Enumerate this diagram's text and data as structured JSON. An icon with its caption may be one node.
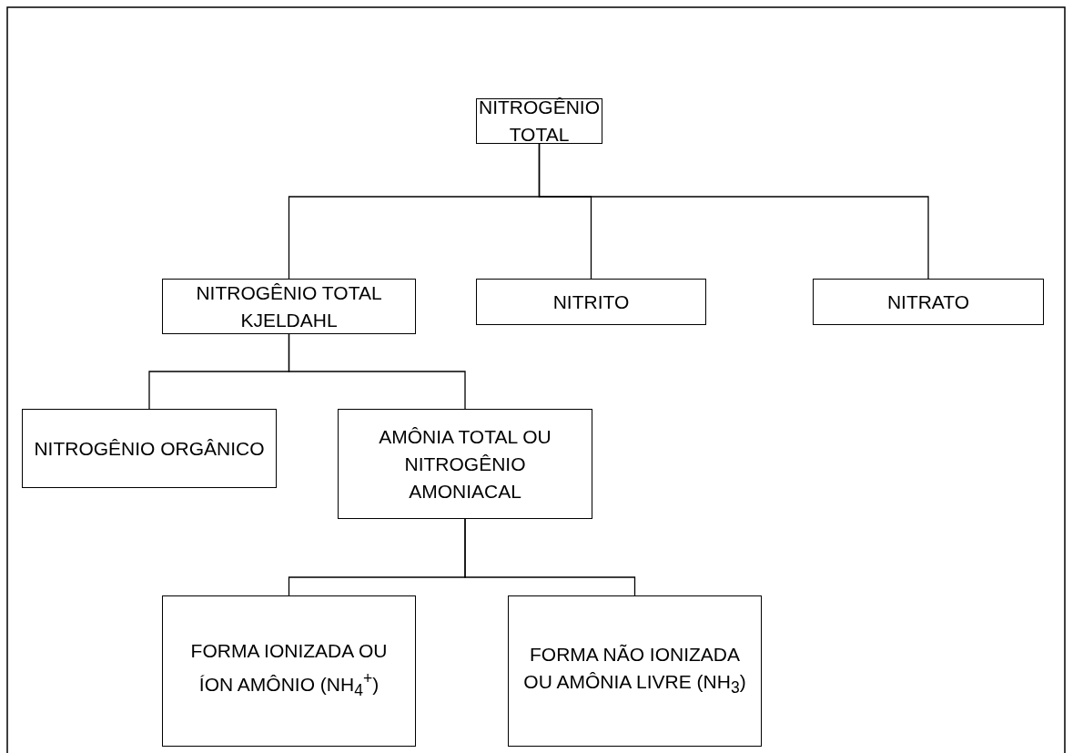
{
  "diagram": {
    "nodes": [
      {
        "text": [
          "NITROGÊNIO TOTAL"
        ]
      },
      {
        "text": [
          "NITROGÊNIO TOTAL KJELDAHL"
        ]
      },
      {
        "text": [
          "NITRITO"
        ]
      },
      {
        "text": [
          "NITRATO"
        ]
      },
      {
        "text": [
          "NITROGÊNIO ORGÂNICO"
        ]
      },
      {
        "text": [
          "AMÔNIA TOTAL OU NITROGÊNIO AMONIACAL"
        ]
      },
      {
        "text": [
          "FORMA IONIZADA OU ÍON AMÔNIO (NH$_{4}$$^{+}$)"
        ]
      },
      {
        "text": [
          "FORMA NÃO IONIZADA OU AMÔNIA LIVRE (NH$_{3}$)"
        ]
      }
    ],
    "edges": [
      {
        "from": 0,
        "to": 1,
        "arrow": "none"
      },
      {
        "from": 0,
        "to": 2,
        "arrow": "none"
      },
      {
        "from": 0,
        "to": 3,
        "arrow": "none"
      },
      {
        "from": 1,
        "to": 4,
        "arrow": "none"
      },
      {
        "from": 1,
        "to": 5,
        "arrow": "none"
      },
      {
        "from": 5,
        "to": 6,
        "arrow": "none"
      },
      {
        "from": 5,
        "to": 7,
        "arrow": "none"
      }
    ]
  }
}
